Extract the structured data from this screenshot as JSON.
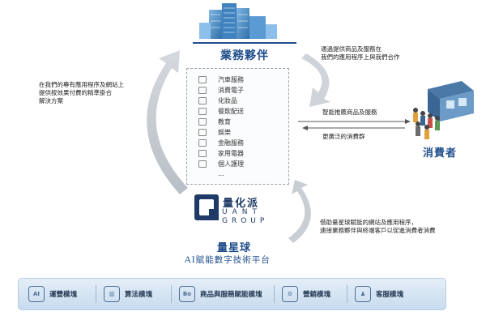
{
  "partners": {
    "title": "業務夥伴",
    "categories": [
      "汽車服務",
      "消費電子",
      "化妝品",
      "餐飲配送",
      "教育",
      "娛樂",
      "金融服務",
      "家用電器",
      "個人護理",
      "..."
    ]
  },
  "consumer": {
    "title": "消費者"
  },
  "platform": {
    "logo_main": "量化派",
    "logo_line1": "UANT",
    "logo_line2": "GROUP",
    "title": "量星球",
    "subtitle": "AI賦能數字技術平台"
  },
  "notes": {
    "left_line1": "在我們的專有應用程序及網站上",
    "left_line2": "提供按效果付費的精準掛合",
    "left_line3": "解決方案",
    "top_right_line1": "通過提供商品及服務在",
    "top_right_line2": "我們的應用程序上與我們合作",
    "arrow_right": "智能推薦商品及服務",
    "arrow_left": "更廣泛的消費群",
    "bottom_right_line1": "借助量星球賦能的網站及應用程序，",
    "bottom_right_line2": "連接業務夥伴與終端客戶以促進消費者消費"
  },
  "modules": [
    {
      "label": "運營模塊",
      "icon": "ai-icon",
      "glyph": "AI"
    },
    {
      "label": "算法模塊",
      "icon": "chart-icon",
      "glyph": "▥"
    },
    {
      "label": "商品與服務賦能模塊",
      "icon": "goods-icon",
      "glyph": "Bo"
    },
    {
      "label": "營銷模塊",
      "icon": "marketing-icon",
      "glyph": "⚙"
    },
    {
      "label": "客服模塊",
      "icon": "service-icon",
      "glyph": "♟"
    }
  ]
}
